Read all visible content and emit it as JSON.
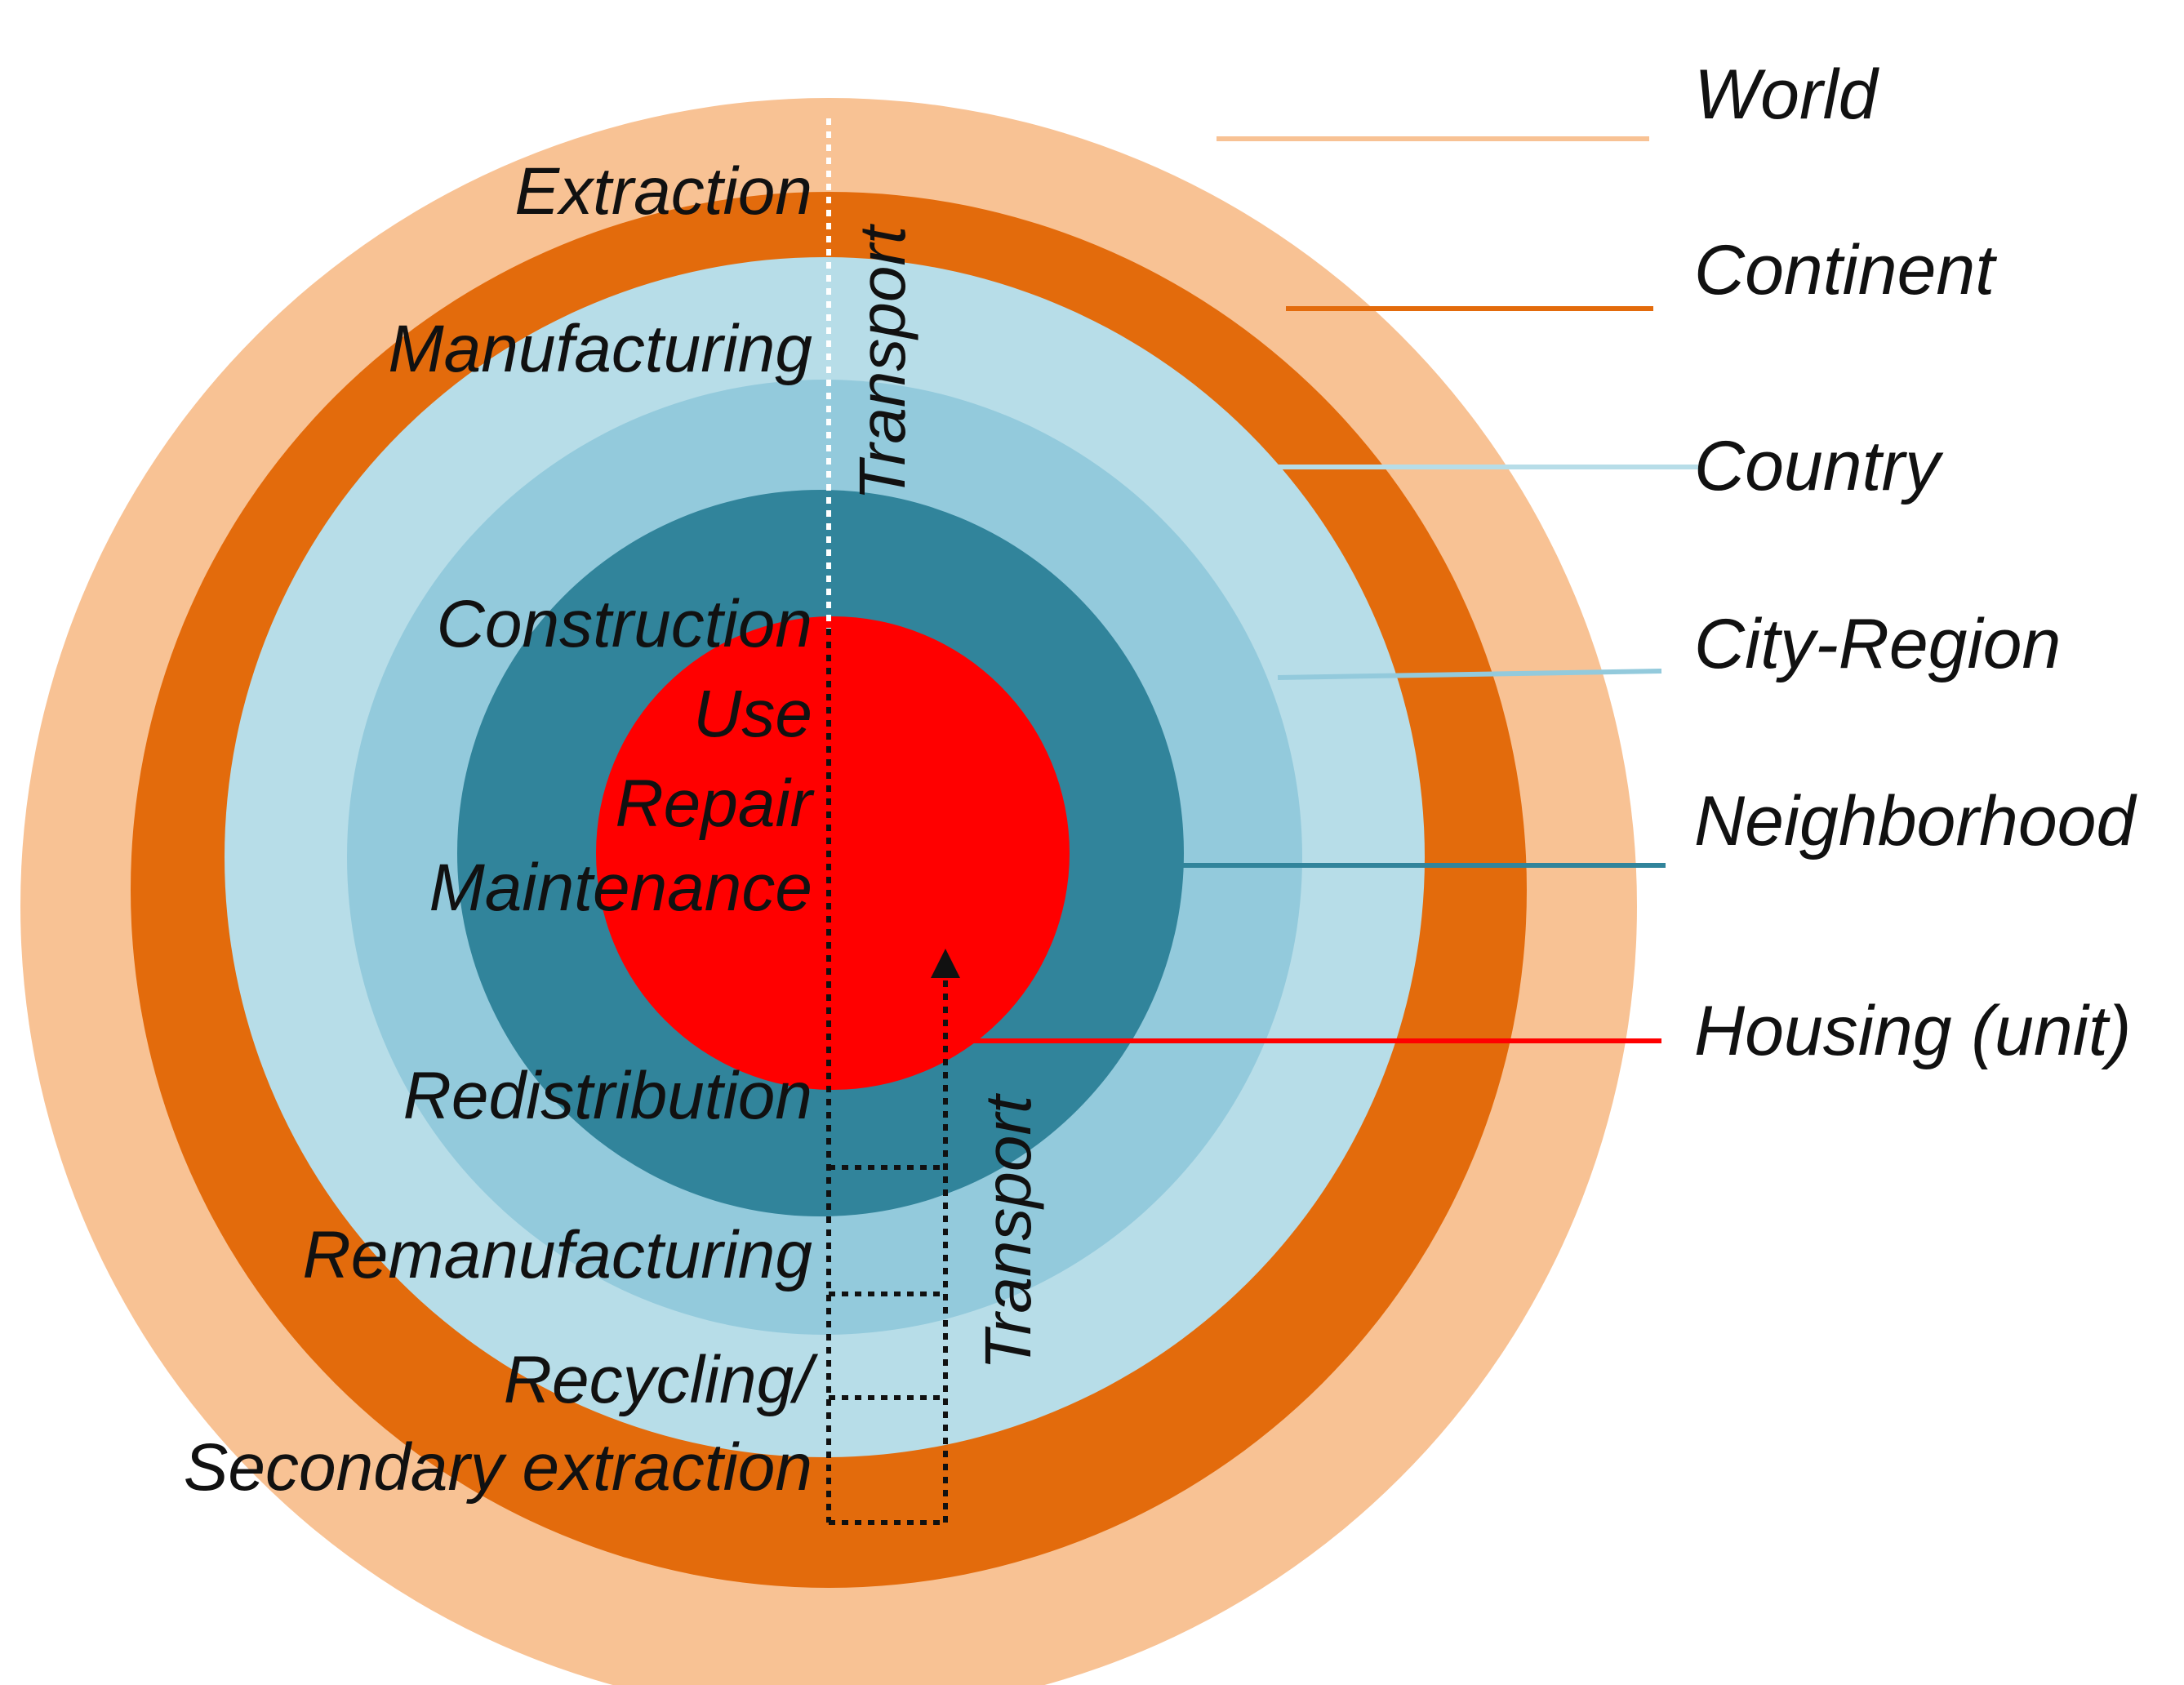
{
  "scales": [
    {
      "key": "world",
      "label": "World",
      "color": "#F8C294"
    },
    {
      "key": "continent",
      "label": "Continent",
      "color": "#E36B0C"
    },
    {
      "key": "country",
      "label": "Country",
      "color": "#B7DDE8"
    },
    {
      "key": "city_region",
      "label": "City-Region",
      "color": "#93CADC"
    },
    {
      "key": "neighborhood",
      "label": "Neighborhood",
      "color": "#31849B"
    },
    {
      "key": "housing_unit",
      "label": "Housing (unit)",
      "color": "#FF0000"
    }
  ],
  "stages": {
    "extraction": "Extraction",
    "manufacturing": "Manufacturing",
    "construction": "Construction",
    "use": "Use",
    "repair": "Repair",
    "maintenance": "Maintenance",
    "redistribution": "Redistribution",
    "remanufacturing": "Remanufacturing",
    "recycling": "Recycling/",
    "secondary_extraction": "Secondary extraction"
  },
  "transport_label": "Transport"
}
